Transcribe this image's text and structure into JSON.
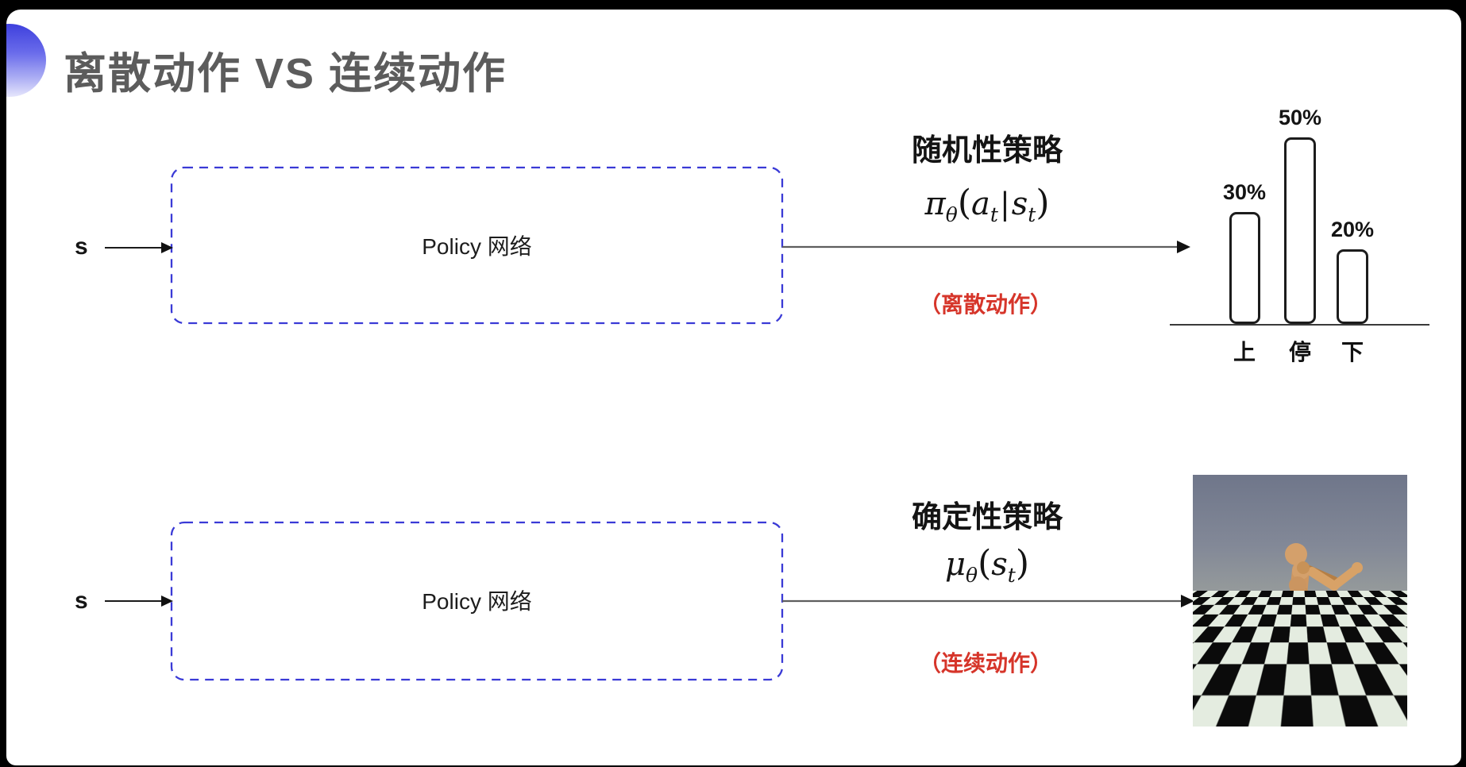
{
  "frame": {
    "background": "#000000"
  },
  "slide": {
    "title": "离散动作 VS 连续动作",
    "title_color": "#5c5c5c",
    "accent_color": "#4547e2",
    "box_border_color": "#3a3ad6"
  },
  "top_flow": {
    "input_label": "s",
    "box_label": "Policy 网络",
    "policy_name": "随机性策略",
    "formula": {
      "symbol": "π",
      "symbol_sub": "θ",
      "open": "(",
      "arg1": "a",
      "arg1_sub": "t",
      "pipe": "|",
      "arg2": "s",
      "arg2_sub": "t",
      "close": ")"
    },
    "action_note": "（离散动作）",
    "action_note_color": "#d6352a"
  },
  "chart_data": {
    "type": "bar",
    "categories": [
      "上",
      "停",
      "下"
    ],
    "values": [
      30,
      50,
      20
    ],
    "value_labels": [
      "30%",
      "50%",
      "20%"
    ],
    "title": "",
    "xlabel": "",
    "ylabel": "",
    "ylim": [
      0,
      52
    ],
    "grid": false,
    "bar_fill": "#ffffff",
    "bar_border": "#1c1c1c"
  },
  "bottom_flow": {
    "input_label": "s",
    "box_label": "Policy 网络",
    "policy_name": "确定性策略",
    "formula": {
      "symbol": "μ",
      "symbol_sub": "θ",
      "open": "(",
      "arg1": "s",
      "arg1_sub": "t",
      "close": ")"
    },
    "action_note": "（连续动作）",
    "action_note_color": "#d6352a"
  }
}
